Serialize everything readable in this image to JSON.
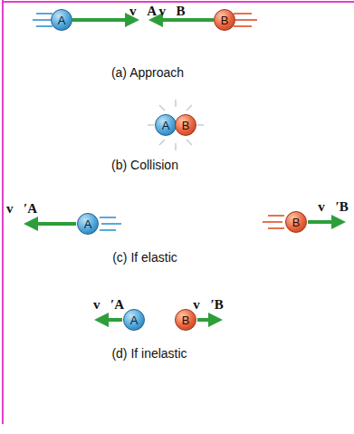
{
  "diagram": {
    "nodes": [
      {
        "text": [
          "A"
        ]
      },
      {
        "text": [
          "B"
        ]
      },
      {
        "text": [
          "A"
        ]
      },
      {
        "text": [
          "B"
        ]
      },
      {
        "text": [
          "A"
        ]
      },
      {
        "text": [
          "B"
        ]
      },
      {
        "text": [
          "A"
        ]
      },
      {
        "text": [
          "B"
        ]
      }
    ],
    "labels": [
      "v⃗A",
      "v⃗B",
      "(a) Approach",
      "(b) Collision",
      "v⃗′A",
      "v⃗′B",
      "(c) If elastic",
      "v⃗′A",
      "v⃗′B",
      "(d) If inelastic"
    ]
  }
}
